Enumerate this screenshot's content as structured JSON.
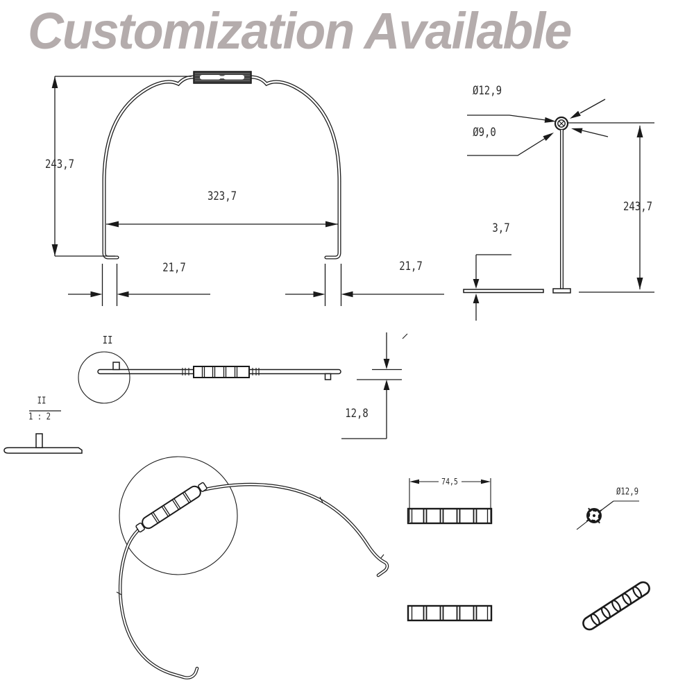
{
  "title": "Customization Available",
  "colors": {
    "title_gray": "#b4acac",
    "line_black": "#1a1a1a"
  },
  "views": {
    "front": {
      "height": "243,7",
      "width": "323,7",
      "foot_offset_left": "21,7",
      "foot_offset_right": "21,7"
    },
    "side": {
      "outer_diameter": "Ø12,9",
      "inner_diameter": "Ø9,0",
      "height": "243,7",
      "foot_thickness": "3,7"
    },
    "top": {
      "detail_label": "II",
      "thickness": "12,8"
    },
    "detail": {
      "label": "II",
      "scale": "1 : 2"
    },
    "grip": {
      "length": "74,5"
    },
    "cross_section": {
      "diameter": "Ø12,9"
    }
  }
}
